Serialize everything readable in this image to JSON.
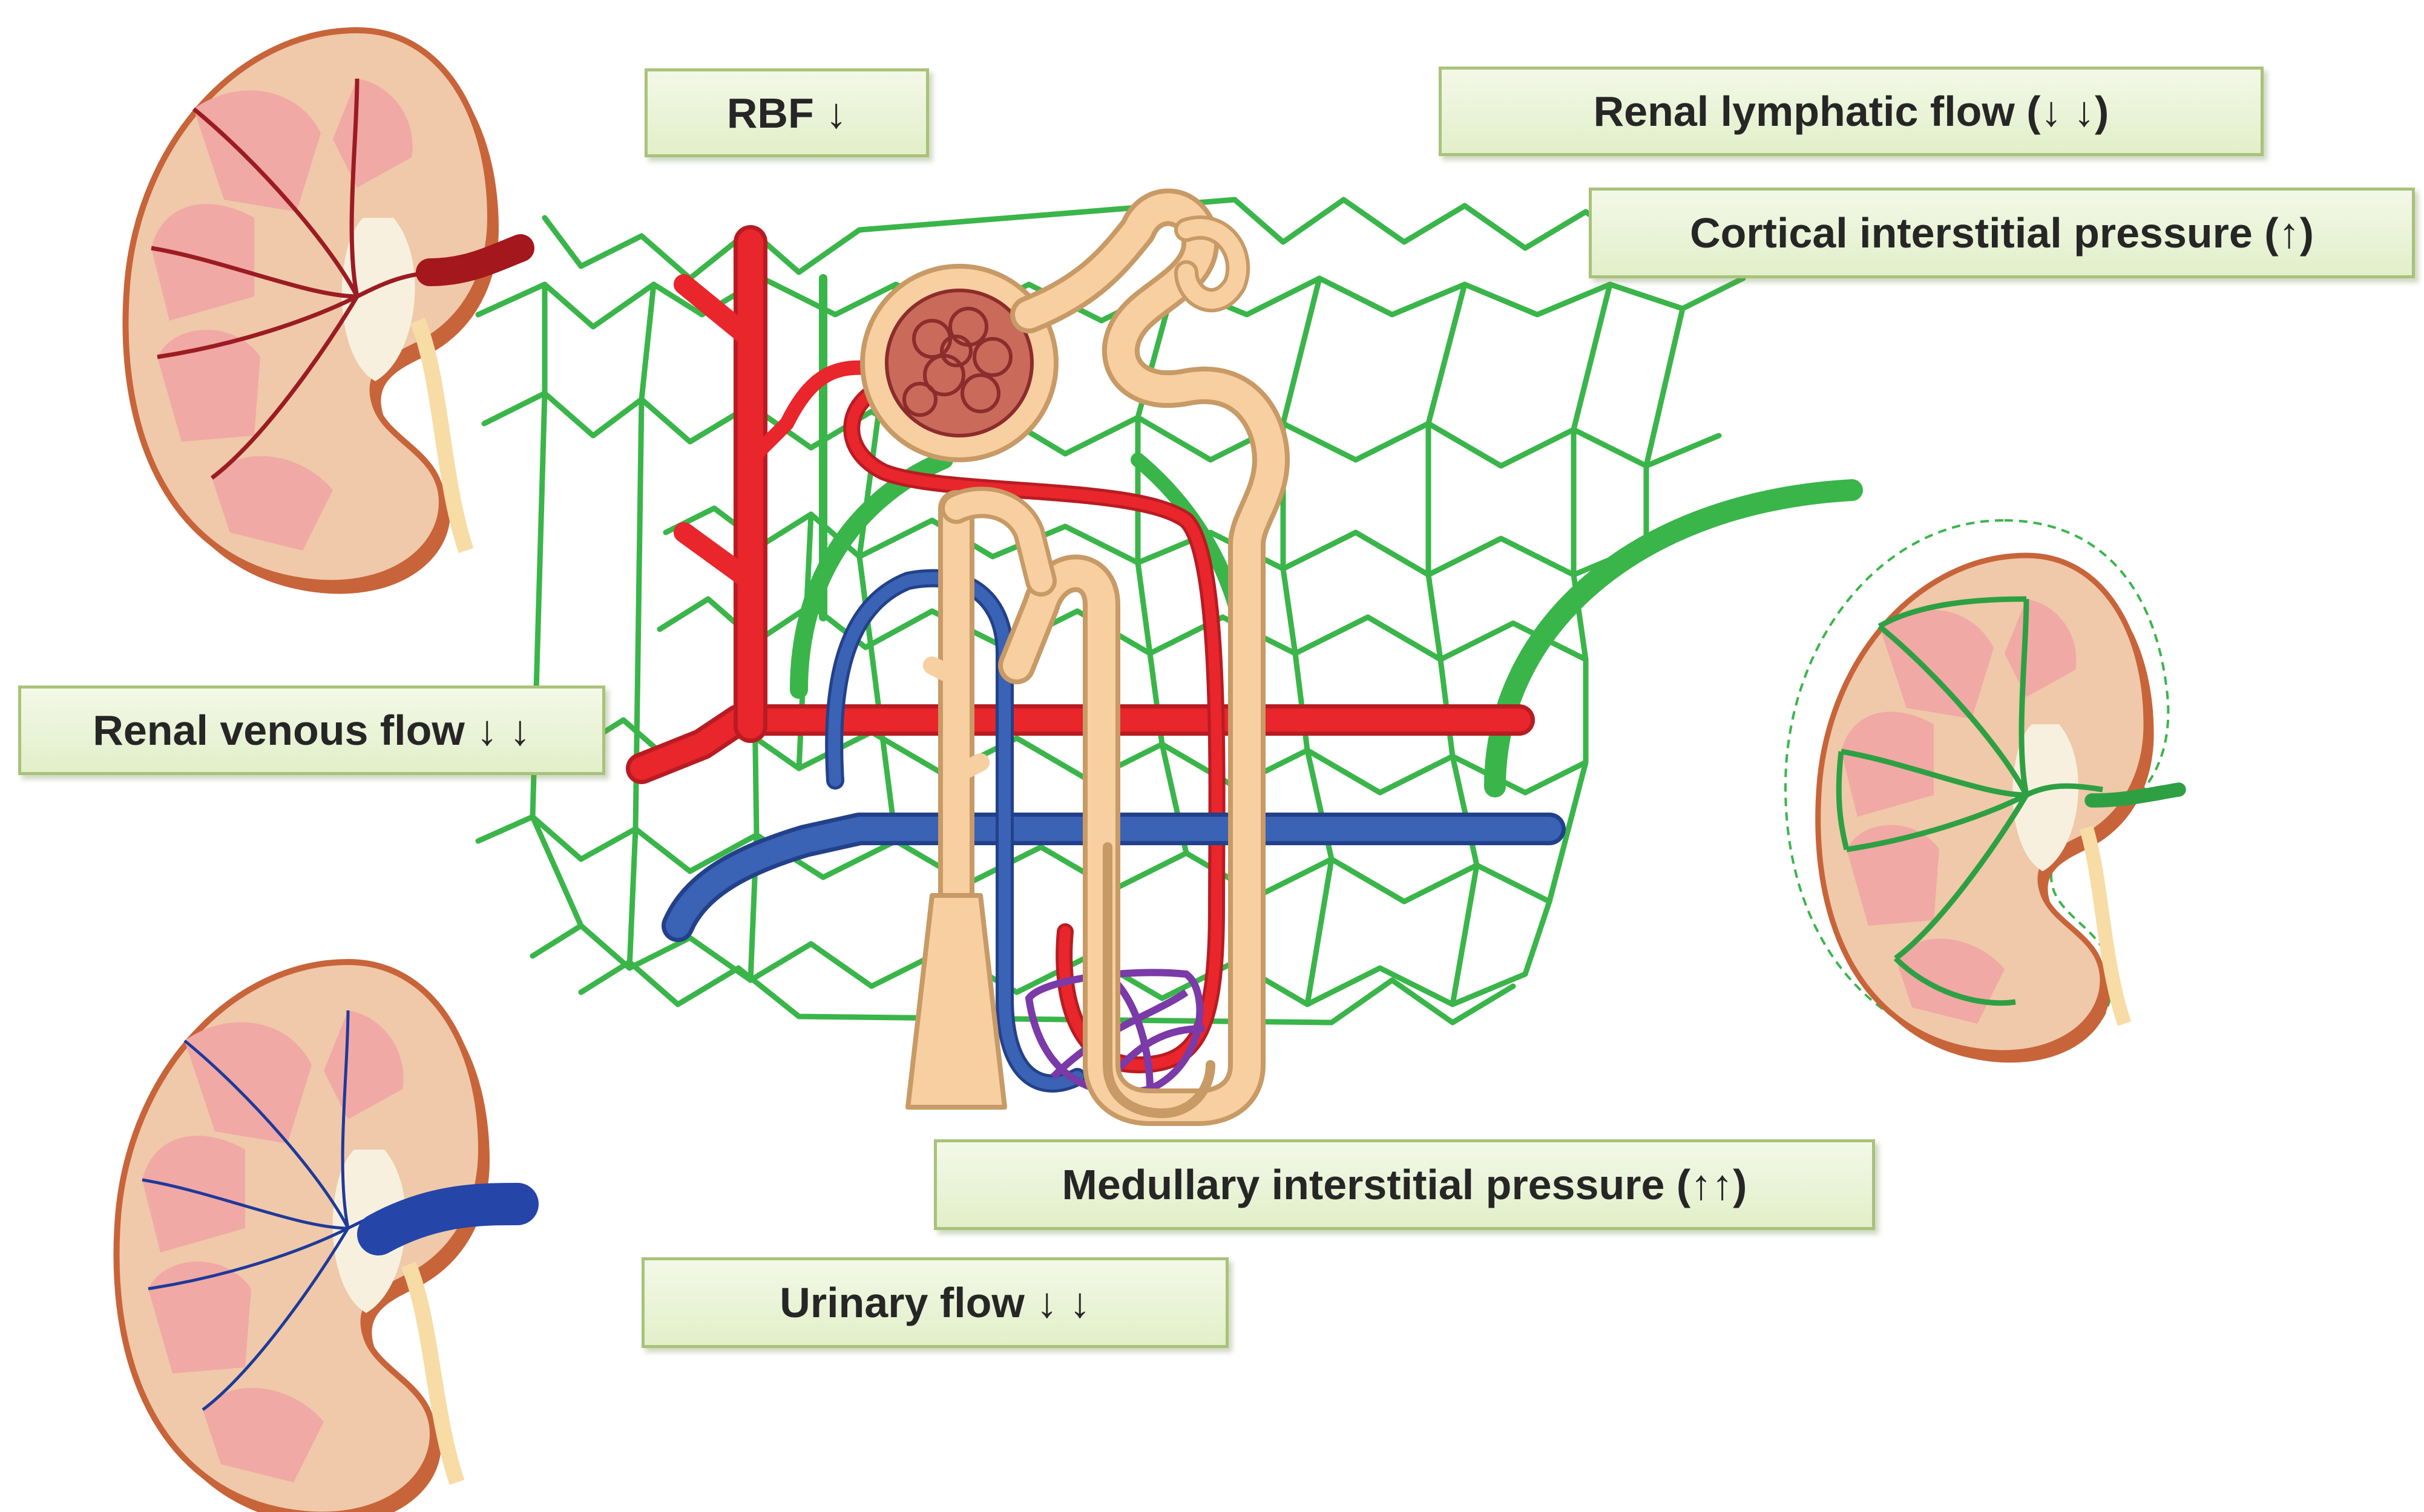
{
  "labels": {
    "rbf": "RBF ↓",
    "renal_lymphatic_flow": "Renal lymphatic flow (↓ ↓)",
    "cortical_interstitial_pressure": "Cortical interstitial pressure (↑)",
    "renal_venous_flow": "Renal venous flow ↓ ↓",
    "medullary_interstitial_pressure": "Medullary interstitial pressure (↑↑)",
    "urinary_flow": "Urinary flow ↓ ↓"
  },
  "colors": {
    "artery": "#e8262c",
    "vein": "#3a62b5",
    "lymphatic": "#3ab54a",
    "tubule": "#f7cfa0",
    "capillary_loop": "#7a3aa8",
    "kidney_capsule": "#c8643a",
    "kidney_cortex": "#efc9a9",
    "kidney_medulla": "#f0a9a5",
    "pelvis": "#f7f0df",
    "label_background": "#e6f0d0",
    "label_border": "#a9c27a"
  },
  "icons": [
    "kidney-arterial-tree-icon",
    "kidney-venous-tree-icon",
    "kidney-lymphatic-network-icon",
    "nephron-icon",
    "lymphatic-mesh-icon"
  ]
}
